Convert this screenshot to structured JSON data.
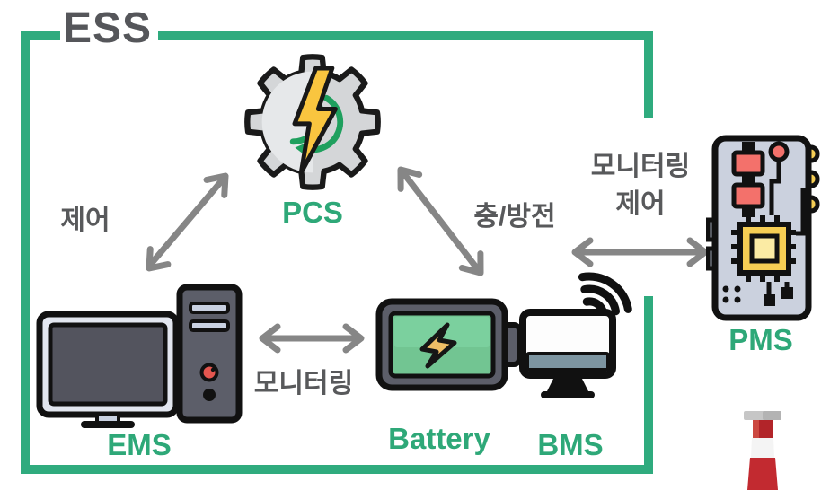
{
  "title": {
    "text": "ESS"
  },
  "nodes": {
    "pcs": {
      "label": "PCS"
    },
    "ems": {
      "label": "EMS"
    },
    "battery": {
      "label": "Battery"
    },
    "bms": {
      "label": "BMS"
    },
    "pms": {
      "label": "PMS"
    }
  },
  "edges": {
    "ems_pcs": {
      "label": "제어",
      "type": "bidirectional-arrow"
    },
    "pcs_battery": {
      "label": "충/방전",
      "type": "bidirectional-arrow"
    },
    "ems_battery": {
      "label": "모니터링",
      "type": "bidirectional-arrow"
    },
    "bms_pms": {
      "label_line1": "모니터링",
      "label_line2": "제어",
      "type": "bidirectional-arrow"
    }
  },
  "icons": {
    "pcs": "gear-lightning-sync-icon",
    "ems": "desktop-computer-tower-icon",
    "battery": "battery-charge-icon",
    "bms": "monitor-wifi-icon",
    "pms": "circuit-board-icon",
    "decoration": "lighthouse-top-icon"
  },
  "colors": {
    "box_green": "#2FAB7E",
    "node_label_green": "#2EA878",
    "text_gray": "#58595B",
    "arrow_gray": "#868686",
    "bolt_yellow": "#F9C53F",
    "battery_green": "#72C592",
    "board_gray": "#CBD1DE",
    "component_red": "#F3716B",
    "component_yellow": "#F6CE54"
  }
}
